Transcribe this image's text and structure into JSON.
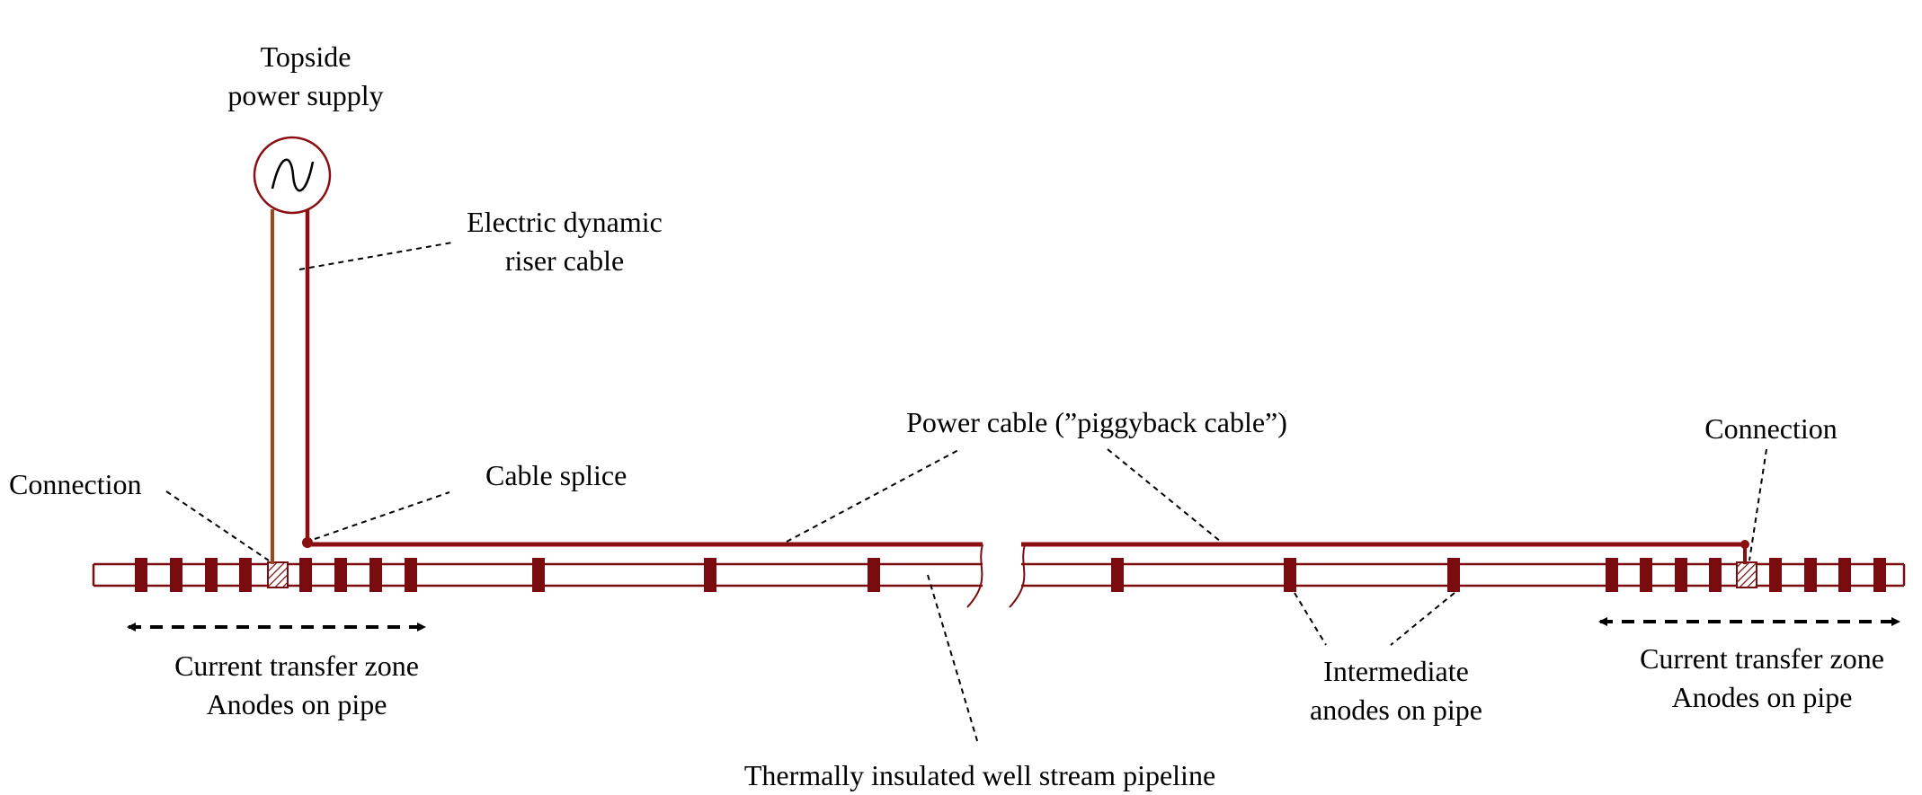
{
  "labels": {
    "topside": [
      "Topside",
      "power supply"
    ],
    "riser": [
      "Electric dynamic",
      "riser cable"
    ],
    "piggyback": "Power cable (”piggyback cable”)",
    "connection_left": "Connection",
    "connection_right": "Connection",
    "splice": "Cable splice",
    "zone_left": [
      "Current transfer zone",
      "Anodes on pipe"
    ],
    "zone_right": [
      "Current transfer zone",
      "Anodes on pipe"
    ],
    "intermediate": [
      "Intermediate",
      "anodes on pipe"
    ],
    "pipeline": "Thermally insulated well stream pipeline"
  },
  "colors": {
    "cable": "#8b0f12",
    "riser_left": "#a0461f",
    "pipe": "#7a0c10",
    "anode": "#7a0c10",
    "leader": "#000000"
  },
  "icons": {
    "power_source": "ac-source-icon",
    "connection": "hatched-connection-icon"
  }
}
